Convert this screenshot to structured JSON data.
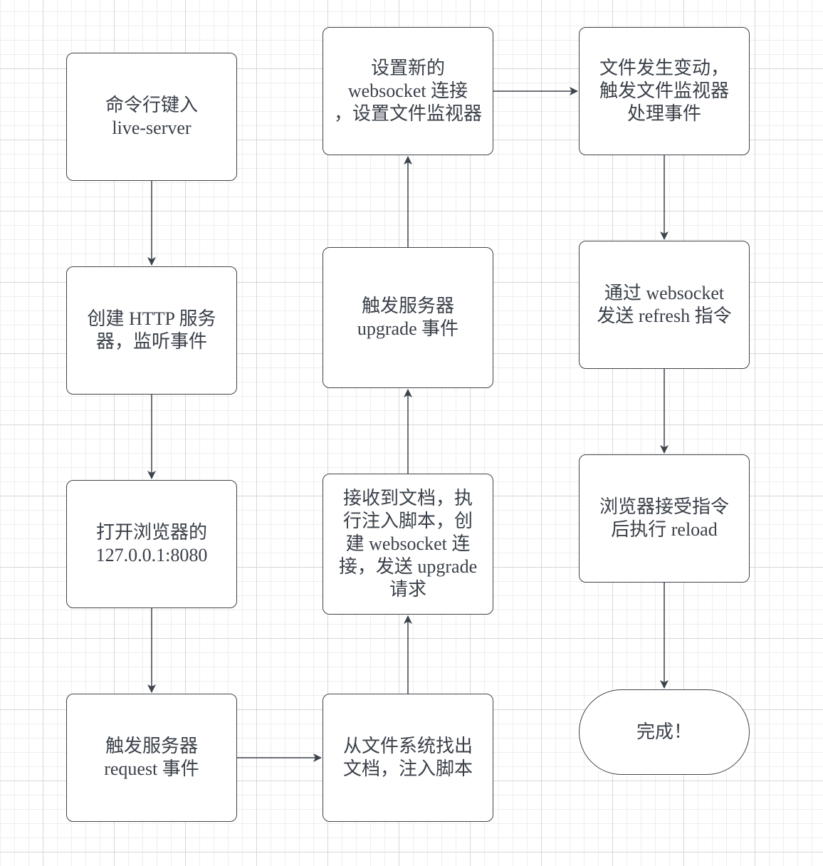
{
  "colors": {
    "stroke": "#3d434a",
    "text": "#3a4049",
    "fill": "#ffffff",
    "grid_major": "#d7d7d7",
    "grid_minor": "#eeeeee"
  },
  "nodes": {
    "cmd_input": "命令行键入\nlive-server",
    "create_http_server": "创建 HTTP 服务\n器，监听事件",
    "open_browser": "打开浏览器的\n127.0.0.1:8080",
    "trigger_request": "触发服务器\nrequest 事件",
    "find_document": "从文件系统找出\n文档，注入脚本",
    "receive_document": "接收到文档，执\n行注入脚本，创\n建 websocket 连\n接，发送 upgrade\n请求",
    "trigger_upgrade": "触发服务器\nupgrade 事件",
    "setup_websocket": "设置新的\nwebsocket 连接\n，设置文件监视器",
    "file_changed": "文件发生变动，\n触发文件监视器\n处理事件",
    "send_refresh": "通过 websocket\n发送 refresh 指令",
    "browser_reload": "浏览器接受指令\n后执行 reload",
    "done": "完成！"
  }
}
